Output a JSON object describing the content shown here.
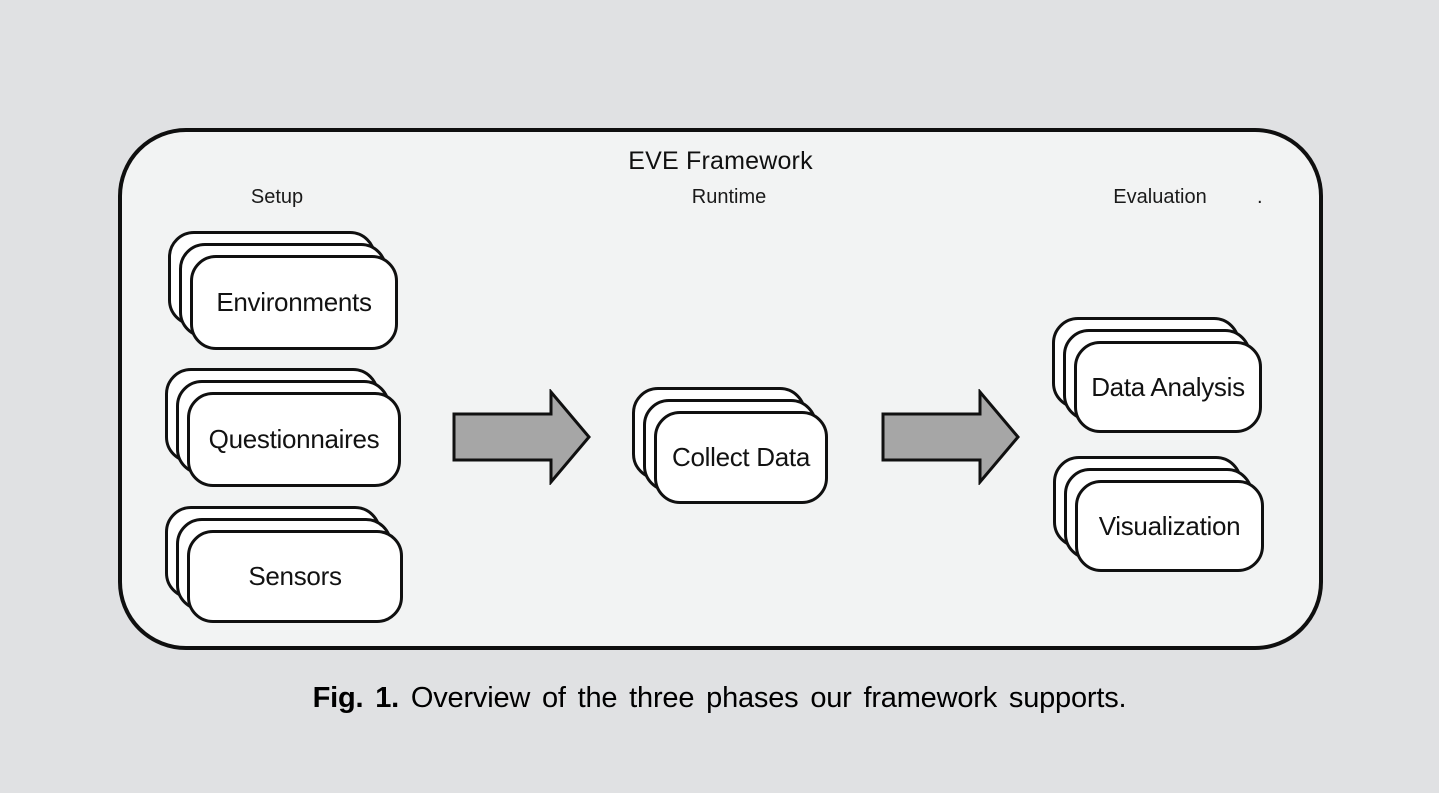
{
  "colors": {
    "page_bg": "#e0e1e3",
    "panel_bg": "#f2f3f3",
    "outline": "#0f0f0f",
    "card_bg": "#ffffff",
    "arrow_fill": "#a6a6a6"
  },
  "diagram": {
    "title": "EVE Framework",
    "phase_labels": {
      "setup": "Setup",
      "runtime": "Runtime",
      "evaluation": "Evaluation"
    },
    "evaluation_trailing_mark": ".",
    "nodes": {
      "environments": "Environments",
      "questionnaires": "Questionnaires",
      "sensors": "Sensors",
      "collect_data": "Collect Data",
      "data_analysis": "Data Analysis",
      "visualization": "Visualization"
    }
  },
  "caption": {
    "label": "Fig. 1.",
    "text": "Overview of the three phases our framework supports."
  }
}
